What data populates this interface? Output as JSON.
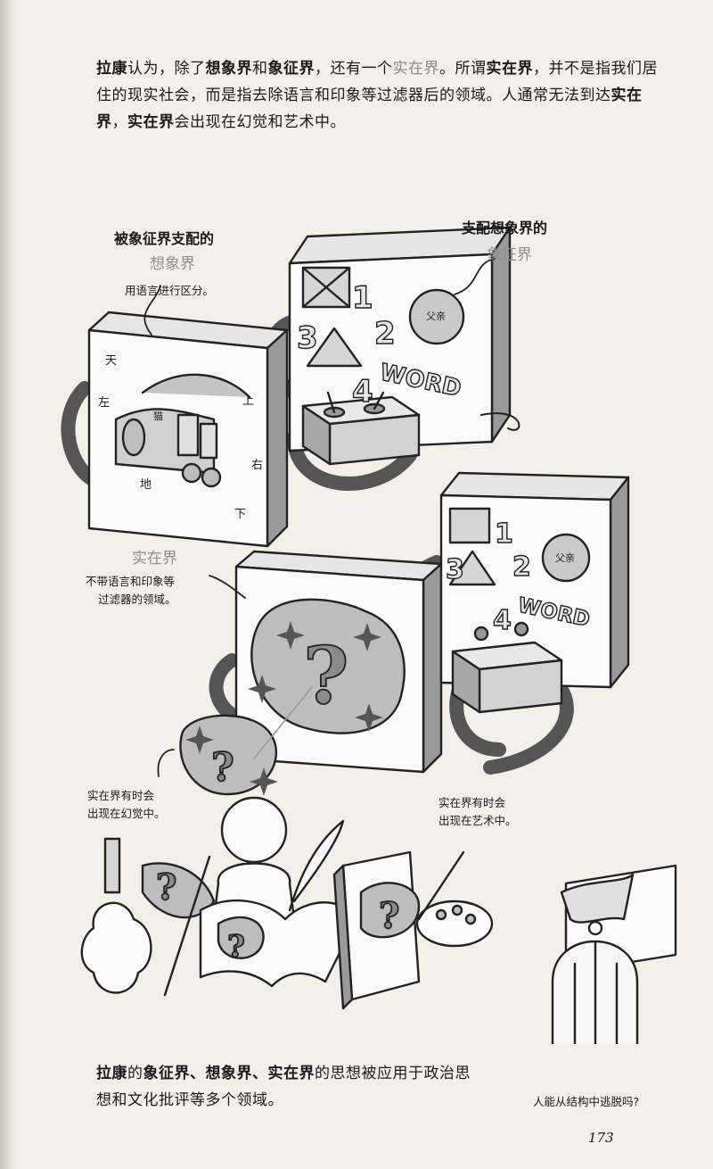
{
  "intro": {
    "s1": "拉康",
    "s2": "认为，除了",
    "s3": "想象界",
    "s4": "和",
    "s5": "象征界",
    "s6": "，还有一个",
    "s7": "实在界",
    "s8": "。所谓",
    "s9": "实在界",
    "s10": "，并不是指我们居住的现实社会，而是指去除语言和印象等过滤器后的领域。人通常无法到达",
    "s11": "实在界",
    "s12": "，",
    "s13": "实在界",
    "s14": "会出现在幻觉和艺术中。"
  },
  "labels": {
    "imaginary_heading": "被象征界支配的",
    "imaginary_name": "想象界",
    "imaginary_desc": "用语言进行区分。",
    "symbolic_heading": "支配想象界的",
    "symbolic_name": "象征界",
    "real_name": "实在界",
    "real_desc_1": "不带语言和印象等",
    "real_desc_2": "过滤器的领域。",
    "hallucination_1": "实在界有时会",
    "hallucination_2": "出现在幻觉中。",
    "art_1": "实在界有时会",
    "art_2": "出现在艺术中。",
    "escape_question": "人能从结构中逃脱吗?"
  },
  "screen_imaginary": {
    "w_top": "天",
    "w_left": "左",
    "w_up": "上",
    "w_right": "右",
    "w_ground": "地",
    "w_down": "下",
    "w_rabbit": "猫"
  },
  "screen_symbolic": {
    "n1": "1",
    "n2": "2",
    "n3": "3",
    "n4": "4",
    "word": "WORD",
    "flower_label": "父亲"
  },
  "question_mark": "?",
  "closing": {
    "s1": "拉康",
    "s2": "的",
    "s3": "象征界、想象界、实在界",
    "s4": "的思想被应用于政治思想和文化批评等多个领域。"
  },
  "page_number": "173"
}
